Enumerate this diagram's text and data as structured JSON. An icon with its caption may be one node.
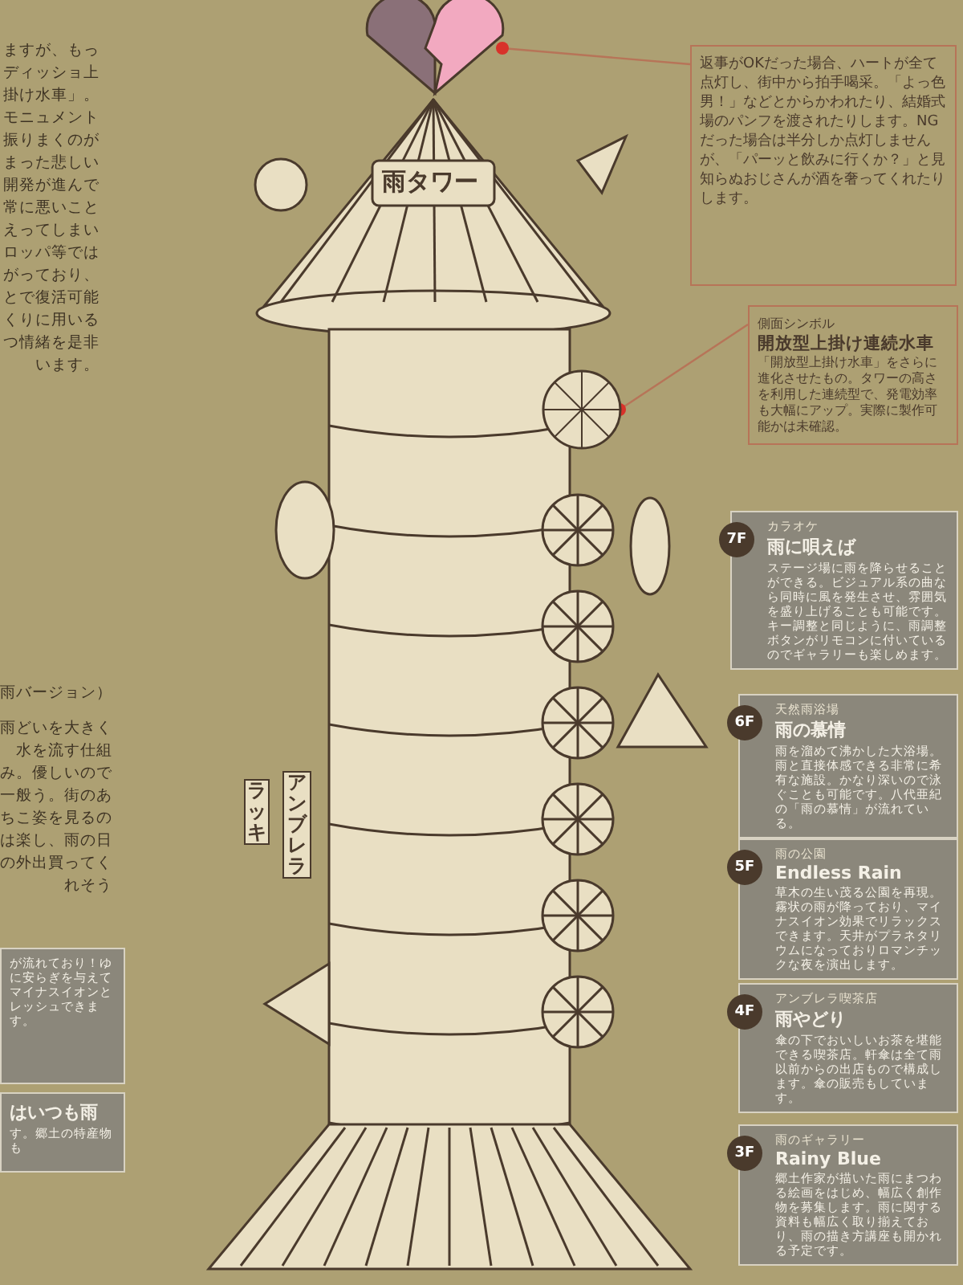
{
  "diagram": {
    "nodes": [
      {
        "text": [],
        "shape": "heart"
      },
      {
        "text": [
          "返事がOKだった場合、ハートが全て点灯し、街中から拍手喝采。「よっ色男！」などとからかわれたり、結婚式場のパンフを渡されたりします。NGだった場合は半分しか点灯しませんが、「パーッと飲みに行くか？」と見知らぬおじさんが酒を奢ってくれたりします。"
        ]
      },
      {
        "text": [],
        "shape": "picture"
      },
      {
        "text": [
          "側面シンボル",
          "開放型上掛け連続水車",
          "「開放型上掛け水車」をさらに進化させたもの。タワーの高さを利用した連続型で、発電効率も大幅にアップ。実際に製作可能かは未確認。"
        ]
      },
      {
        "text": [
          "7F",
          "カラオケ",
          "雨に唄えば",
          "ステージ場に雨を降らせることができる。ビジュアル系の曲なら同時に風を発生させ、雰囲気を盛り上げることも可能です。キー調整と同じように、雨調整ボタンがリモコンに付いているのでギャラリーも楽しめます。"
        ]
      },
      {
        "text": [
          "6F",
          "天然雨浴場",
          "雨の慕情",
          "雨を溜めて沸かした大浴場。雨と直接体感できる非常に希有な施設。かなり深いので泳ぐことも可能です。八代亜紀の「雨の慕情」が流れている。"
        ]
      },
      {
        "text": [
          "5F",
          "雨の公園",
          "Endless Rain",
          "草木の生い茂る公園を再現。霧状の雨が降っており、マイナスイオン効果でリラックスできます。天井がプラネタリウムになっておりロマンチックな夜を演出します。"
        ]
      },
      {
        "text": [
          "4F",
          "アンブレラ喫茶店",
          "雨やどり",
          "傘の下でおいしいお茶を堪能できる喫茶店。軒傘は全て雨以前からの出店もので構成します。傘の販売もしています。"
        ]
      },
      {
        "text": [
          "3F",
          "雨のギャラリー",
          "Rainy Blue",
          "郷土作家が描いた雨にまつわる絵画をはじめ、幅広く創作物を募集します。雨に関する資料も幅広く取り揃えており、雨の描き方講座も開かれる予定です。"
        ]
      },
      {
        "text": [
          "が流れており！ゆに安らぎを与えてマイナスイオンとレッシュできます。"
        ]
      },
      {
        "text": [
          "はいつも雨",
          "す。郷土の特産物も"
        ]
      }
    ],
    "edges": [
      {
        "from": 1,
        "to": 0,
        "arrow": "other"
      },
      {
        "from": 3,
        "to": 2,
        "arrow": "other"
      }
    ],
    "labels": [
      "ますが、もっディッショ上掛け水車」。モニュメント振りまくのがまった悲しい開発が進んで常に悪いことえってしまいロッパ等ではがっており、とで復活可能くりに用いるつ情緒を是非います。",
      "雨バージョン）",
      "雨どいを大きく水を流す仕組み。優しいので一般う。街のあちこ姿を見るのは楽し、雨の日の外出買ってくれそう",
      "雨タワー",
      "ラッキ",
      "アンブレラ"
    ]
  }
}
